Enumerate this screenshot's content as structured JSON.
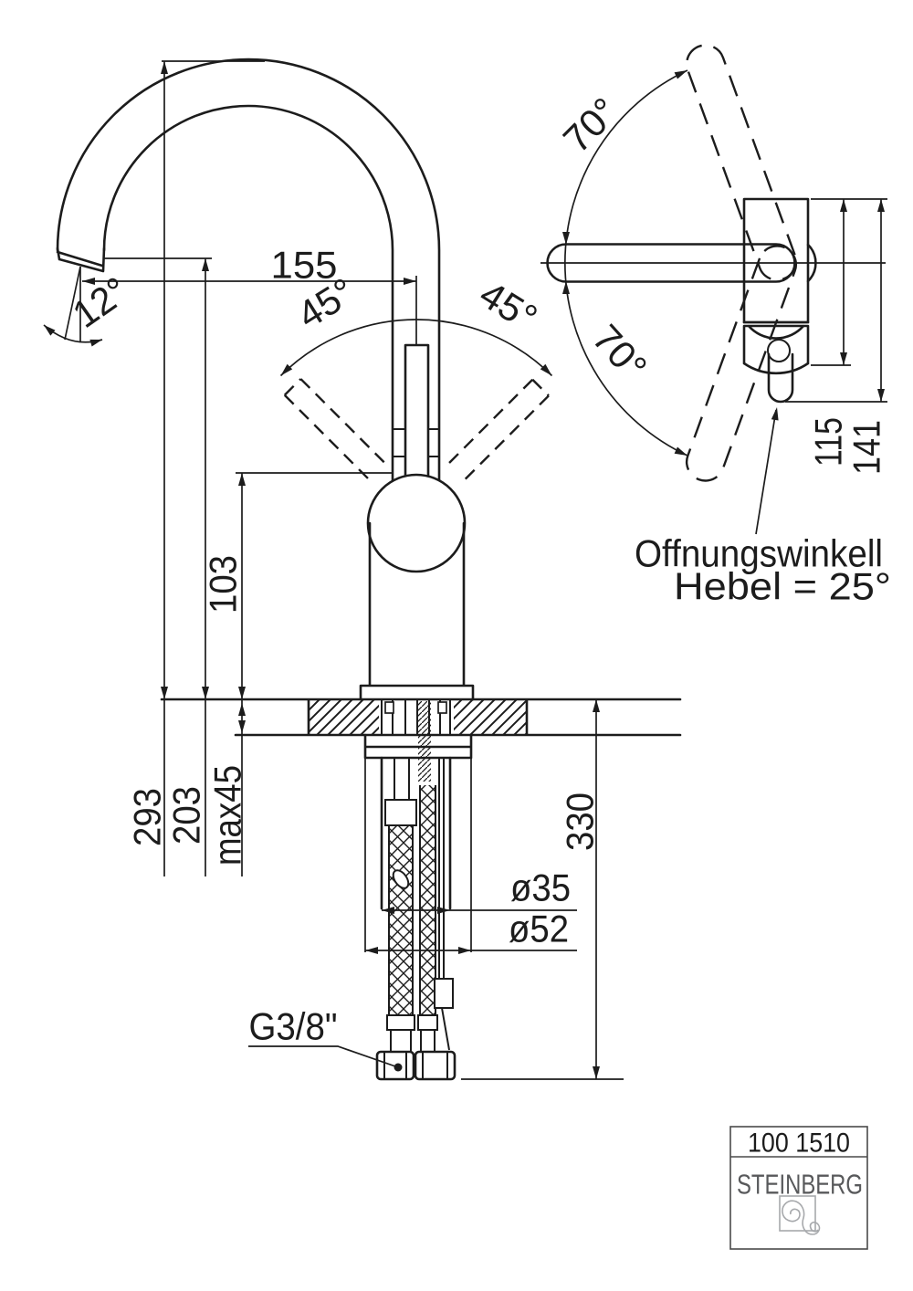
{
  "front_view": {
    "dim_spout_reach": "155",
    "angle_outlet": "12°",
    "angle_lever_left": "45°",
    "angle_lever_right": "45°",
    "dim_pivot_height": "103",
    "dim_total_height": "293",
    "dim_outlet_height": "203",
    "dim_counter_max": "max45",
    "dim_below_counter": "330",
    "dia_shank": "ø35",
    "dia_flange": "ø52",
    "thread_size": "G3/8\""
  },
  "top_view": {
    "angle_swivel_upper": "70°",
    "angle_swivel_lower": "70°",
    "dim_body_depth": "115",
    "dim_lever_depth": "141",
    "note_line1": "Offnungswinkell",
    "note_line2": "Hebel = 25°"
  },
  "title_block": {
    "article_number": "100 1510",
    "brand": "STEINBERG"
  },
  "colors": {
    "line": "#1c1c1c",
    "brand_gray": "#58595b",
    "logo_gray": "#a7a9ac",
    "background": "#ffffff"
  }
}
